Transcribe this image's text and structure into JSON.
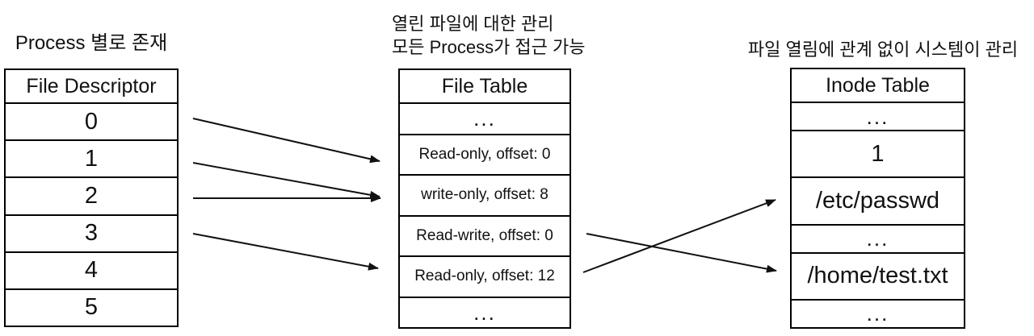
{
  "colors": {
    "ink": "#111111",
    "background": "#ffffff",
    "border": "#000000"
  },
  "fd_table": {
    "note": "Process 별로 존재",
    "header": "File Descriptor",
    "rows": [
      "0",
      "1",
      "2",
      "3",
      "4",
      "5"
    ]
  },
  "file_table": {
    "note_lines": [
      "열린 파일에 대한 관리",
      "모든 Process가 접근 가능"
    ],
    "header": "File Table",
    "rows": [
      "...",
      "Read-only, offset: 0",
      "write-only, offset: 8",
      "Read-write, offset: 0",
      "Read-only, offset: 12",
      "..."
    ]
  },
  "inode_table": {
    "note": "파일 열림에 관계 없이 시스템이 관리",
    "header": "Inode Table",
    "rows": [
      "...",
      "1",
      "/etc/passwd",
      "...",
      "/home/test.txt",
      "..."
    ]
  },
  "connections": [
    {
      "from": "fd-row-0",
      "to": "file-row-read-only-offset-0"
    },
    {
      "from": "fd-row-1",
      "to": "file-row-write-only-offset-8"
    },
    {
      "from": "fd-row-2",
      "to": "file-row-write-only-offset-8"
    },
    {
      "from": "fd-row-3",
      "to": "file-row-read-only-offset-12"
    },
    {
      "from": "file-row-read-write-offset-0",
      "to": "inode-row-home-test-txt"
    },
    {
      "from": "file-row-read-only-offset-12",
      "to": "inode-row-etc-passwd"
    }
  ]
}
